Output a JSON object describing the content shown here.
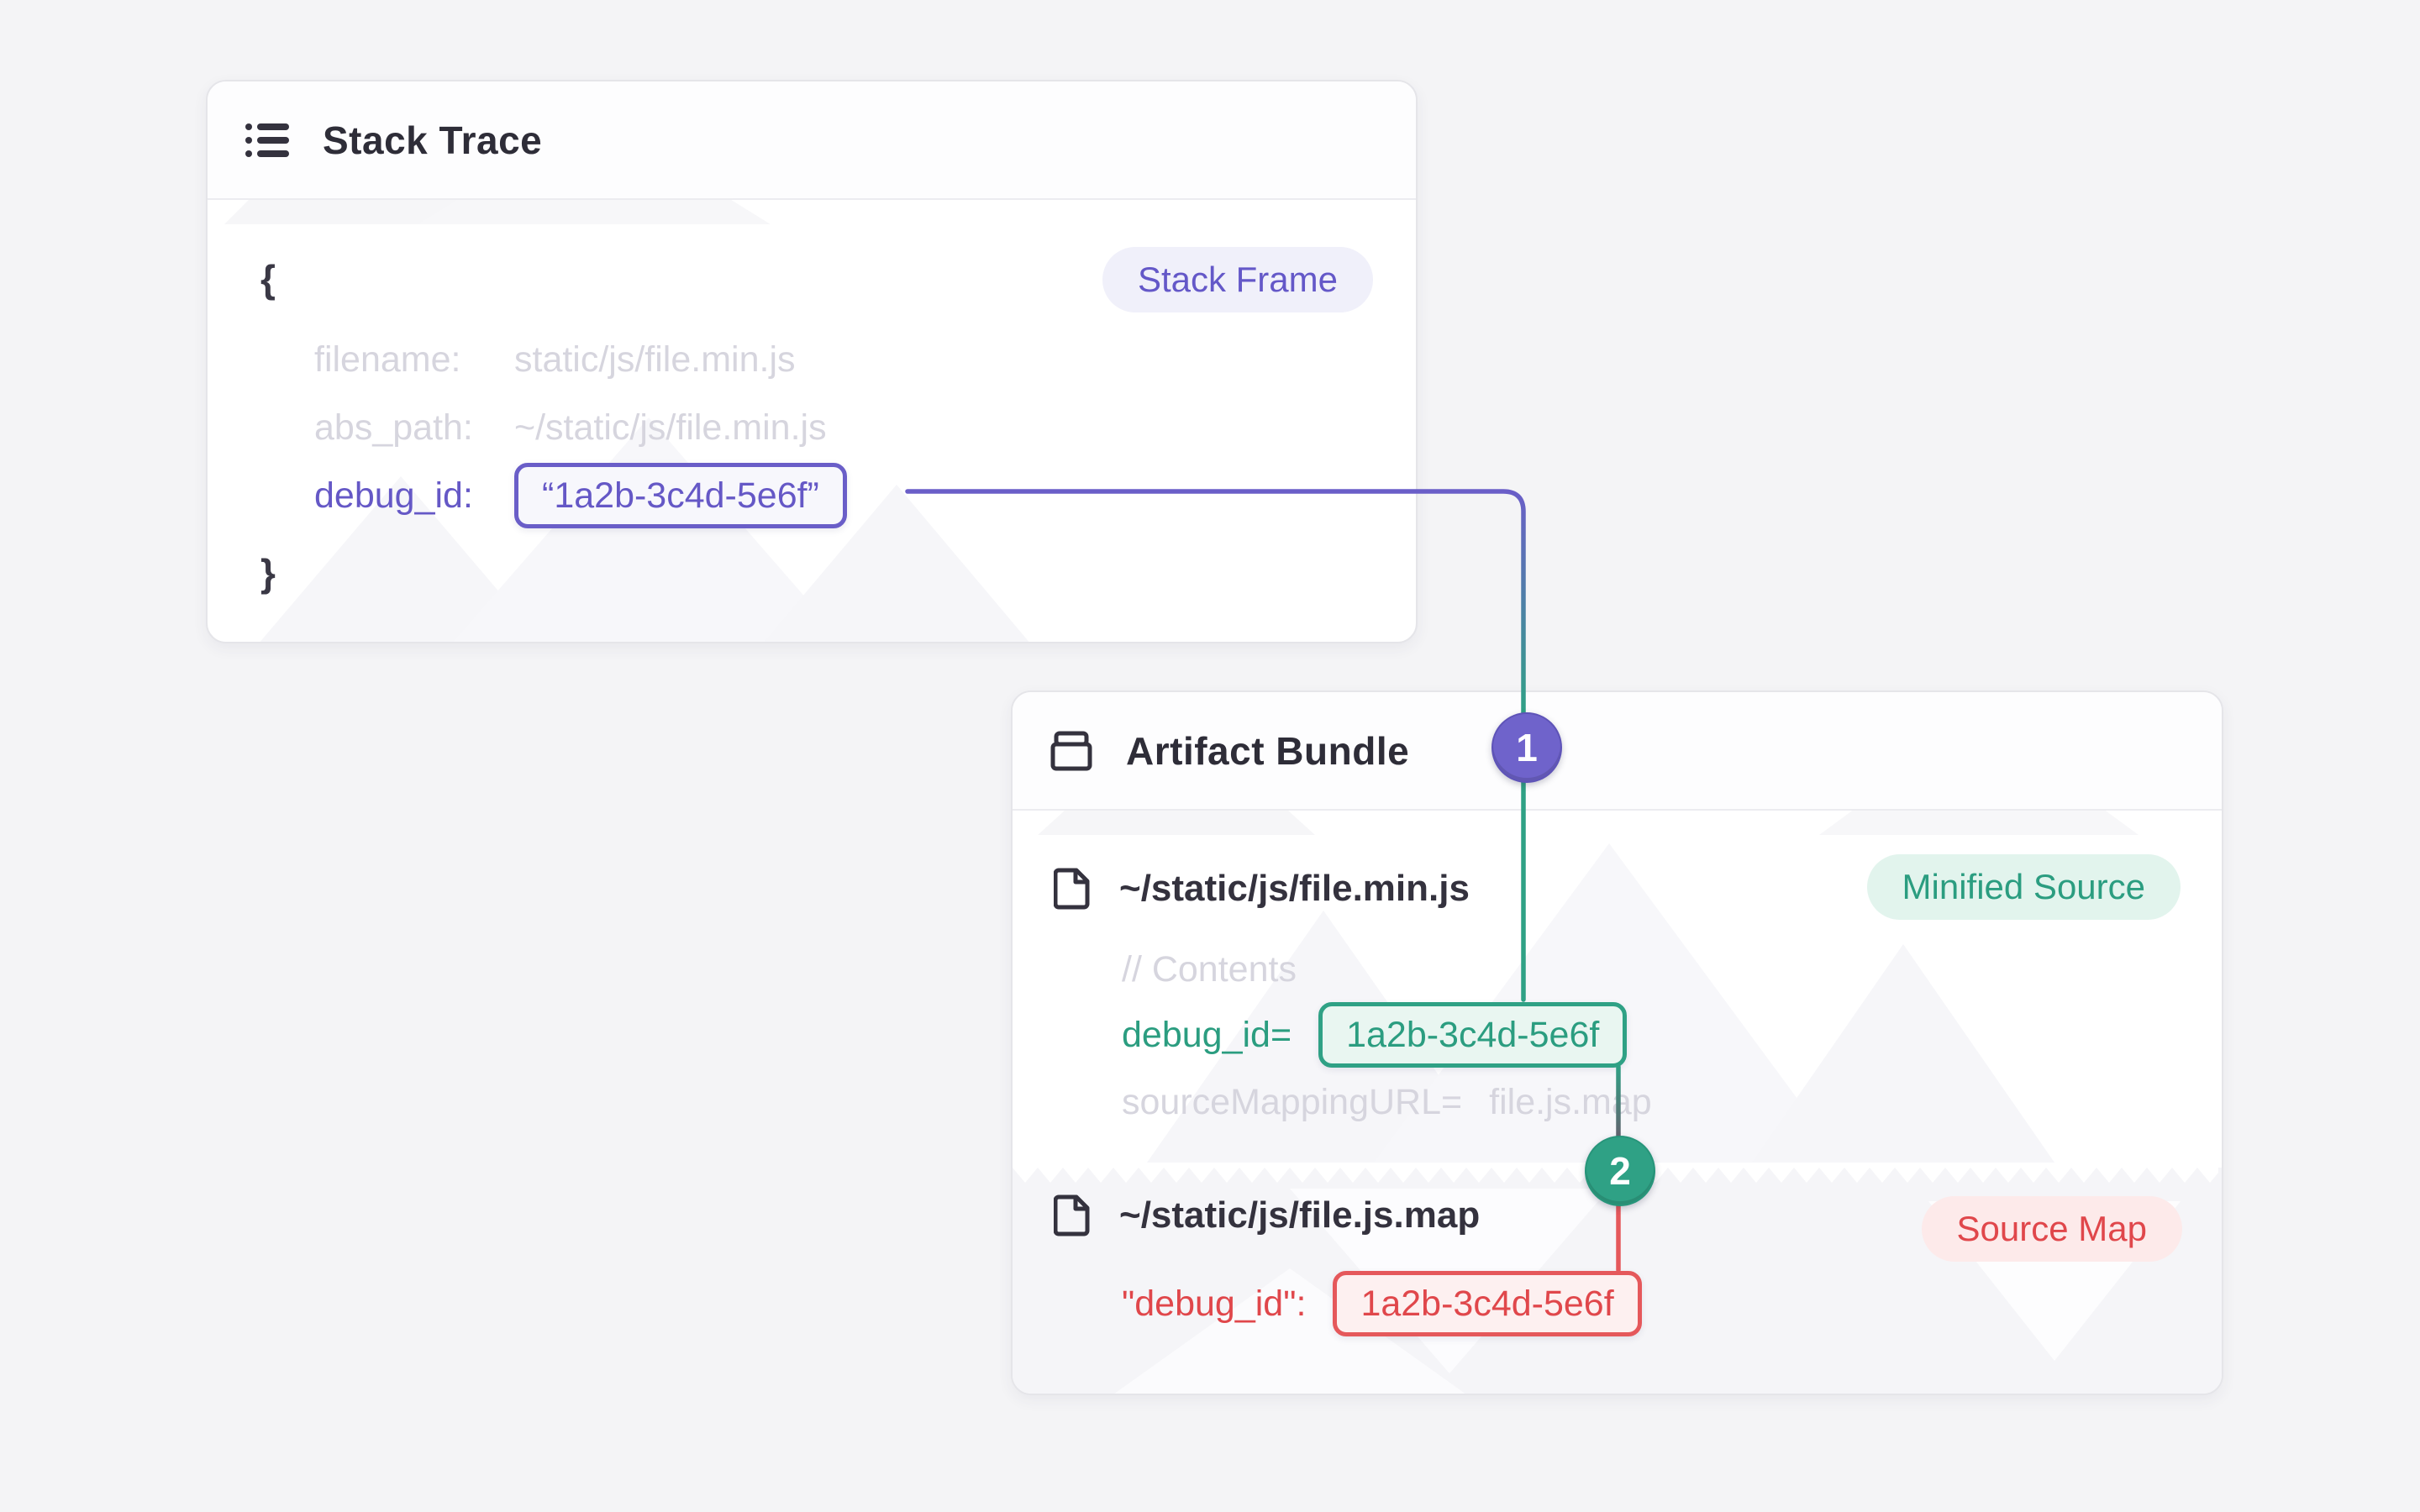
{
  "colors": {
    "purple": "#6a5ec8",
    "teal": "#2fa185",
    "red": "#e5585b",
    "muted_text": "#d6d5de",
    "dark_text": "#2e2d38",
    "page_bg": "#f4f4f6"
  },
  "stack_trace": {
    "title": "Stack Trace",
    "badge": "Stack Frame",
    "open_brace": "{",
    "close_brace": "}",
    "rows": [
      {
        "label": "filename:",
        "value": "static/js/file.min.js"
      },
      {
        "label": "abs_path:",
        "value": "~/static/js/file.min.js"
      },
      {
        "label": "debug_id:",
        "value": "“1a2b-3c4d-5e6f”"
      }
    ]
  },
  "artifact_bundle": {
    "title": "Artifact Bundle",
    "minified": {
      "filename": "~/static/js/file.min.js",
      "badge": "Minified Source",
      "comment": "// Contents",
      "debug_label": "debug_id=",
      "debug_value": "1a2b-3c4d-5e6f",
      "srcmap_label": "sourceMappingURL=",
      "srcmap_value": "file.js.map"
    },
    "sourcemap": {
      "filename": "~/static/js/file.js.map",
      "badge": "Source Map",
      "debug_label": "\"debug_id\":",
      "debug_value": "1a2b-3c4d-5e6f"
    }
  },
  "steps": {
    "one": "1",
    "two": "2"
  }
}
